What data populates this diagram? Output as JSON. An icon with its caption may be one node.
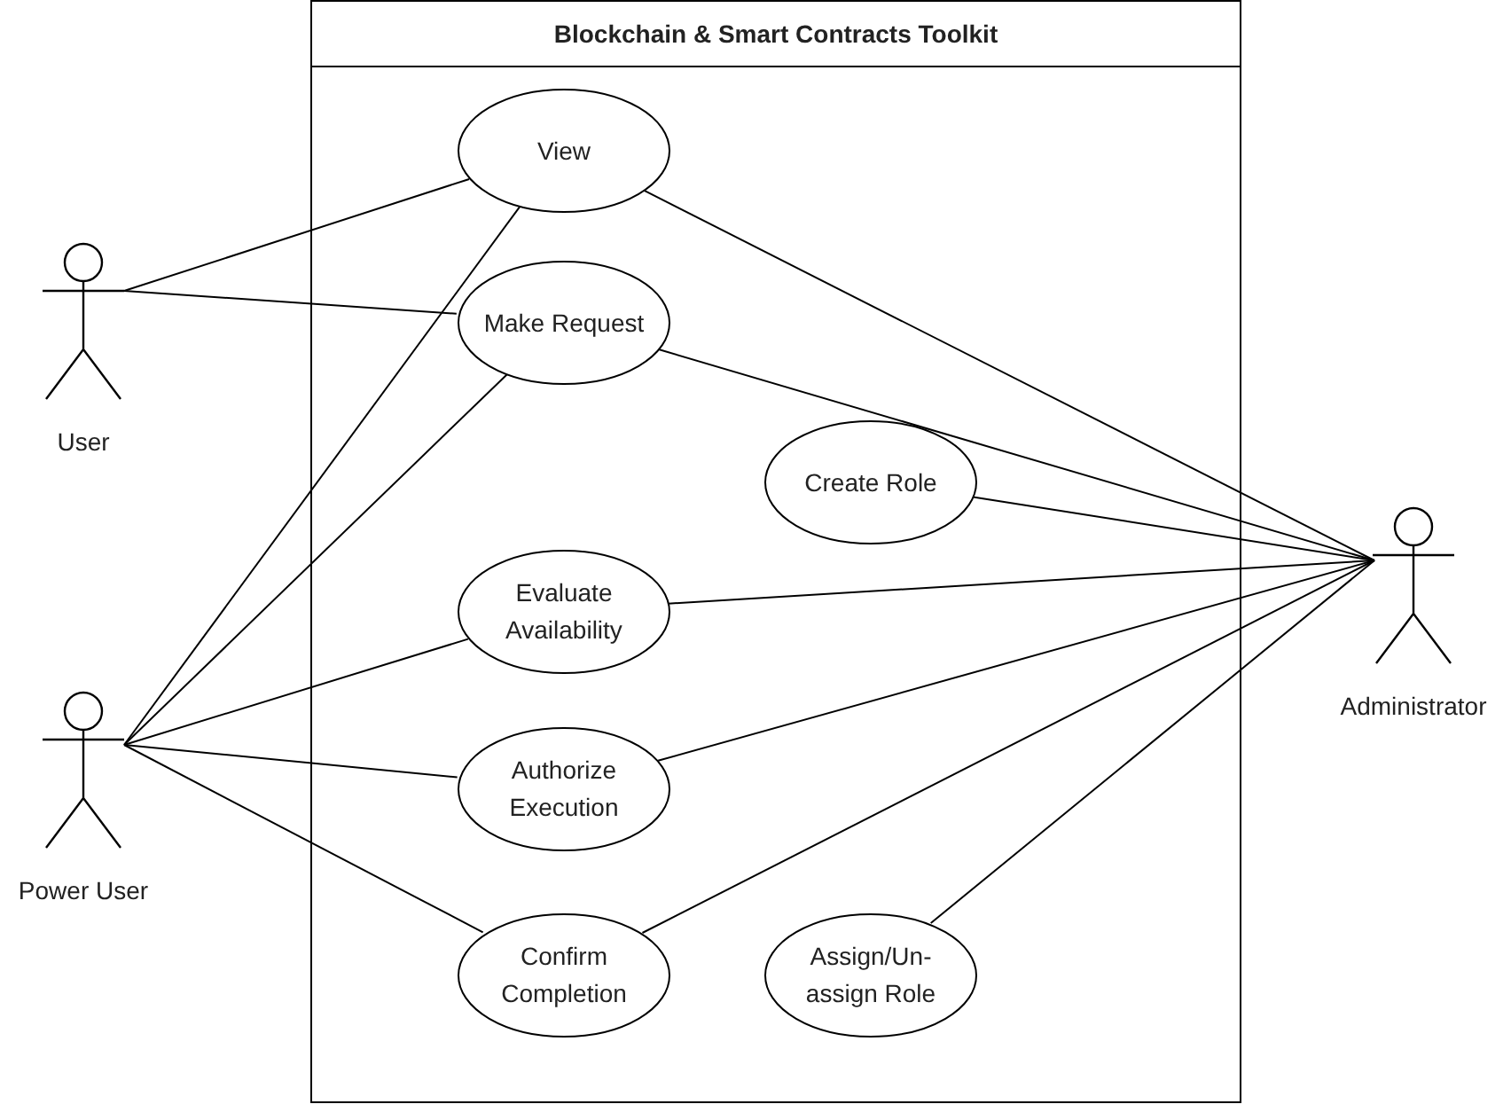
{
  "diagram": {
    "nodes": [
      {
        "text": [
          "Blockchain & Smart Contracts Toolkit"
        ]
      },
      {
        "text": [
          "User"
        ]
      },
      {
        "text": [
          "Power User"
        ]
      },
      {
        "text": [
          "Administrator"
        ]
      },
      {
        "text": [
          "View"
        ],
        "in": 0
      },
      {
        "text": [
          "Make Request"
        ],
        "in": 0
      },
      {
        "text": [
          "Create Role"
        ],
        "in": 0
      },
      {
        "text": [
          "Evaluate Availability"
        ],
        "in": 0
      },
      {
        "text": [
          "Authorize Execution"
        ],
        "in": 0
      },
      {
        "text": [
          "Confirm Completion"
        ],
        "in": 0
      },
      {
        "text": [
          "Assign/Un-assign Role"
        ],
        "in": 0
      }
    ],
    "edges": [
      {
        "from": 1,
        "to": 4,
        "arrow": "none"
      },
      {
        "from": 1,
        "to": 5,
        "arrow": "none"
      },
      {
        "from": 2,
        "to": 4,
        "arrow": "none"
      },
      {
        "from": 2,
        "to": 5,
        "arrow": "none"
      },
      {
        "from": 2,
        "to": 7,
        "arrow": "none"
      },
      {
        "from": 2,
        "to": 8,
        "arrow": "none"
      },
      {
        "from": 2,
        "to": 9,
        "arrow": "none"
      },
      {
        "from": 3,
        "to": 4,
        "arrow": "none"
      },
      {
        "from": 3,
        "to": 5,
        "arrow": "none"
      },
      {
        "from": 3,
        "to": 6,
        "arrow": "none"
      },
      {
        "from": 3,
        "to": 7,
        "arrow": "none"
      },
      {
        "from": 3,
        "to": 8,
        "arrow": "none"
      },
      {
        "from": 3,
        "to": 9,
        "arrow": "none"
      },
      {
        "from": 3,
        "to": 10,
        "arrow": "none"
      }
    ]
  }
}
